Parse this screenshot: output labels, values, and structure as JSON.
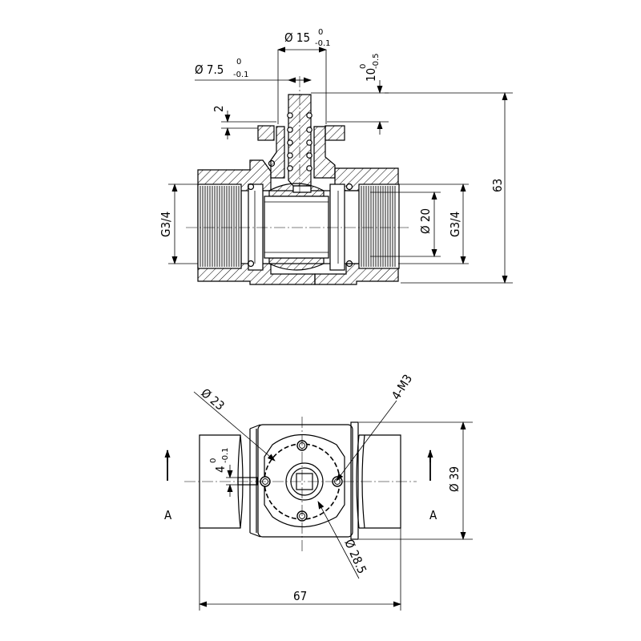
{
  "dimensions": {
    "d15": "Ø 15",
    "d15_tol_upper": "0",
    "d15_tol_lower": "-0.1",
    "d7_5": "Ø 7.5",
    "d7_5_tol_upper": "0",
    "d7_5_tol_lower": "-0.1",
    "h10": "10",
    "h10_tol_upper": "0",
    "h10_tol_lower": "-0.5",
    "h2": "2",
    "h63": "63",
    "g34_left": "G3/4",
    "g34_right": "G3/4",
    "d20": "Ø 20",
    "d23": "Ø 23",
    "m3": "4-M3",
    "w4": "4",
    "w4_tol_upper": "0",
    "w4_tol_lower": "-0.1",
    "d39": "Ø 39",
    "d28_5": "Ø 28.5",
    "l67": "67",
    "section_left": "A",
    "section_right": "A"
  }
}
